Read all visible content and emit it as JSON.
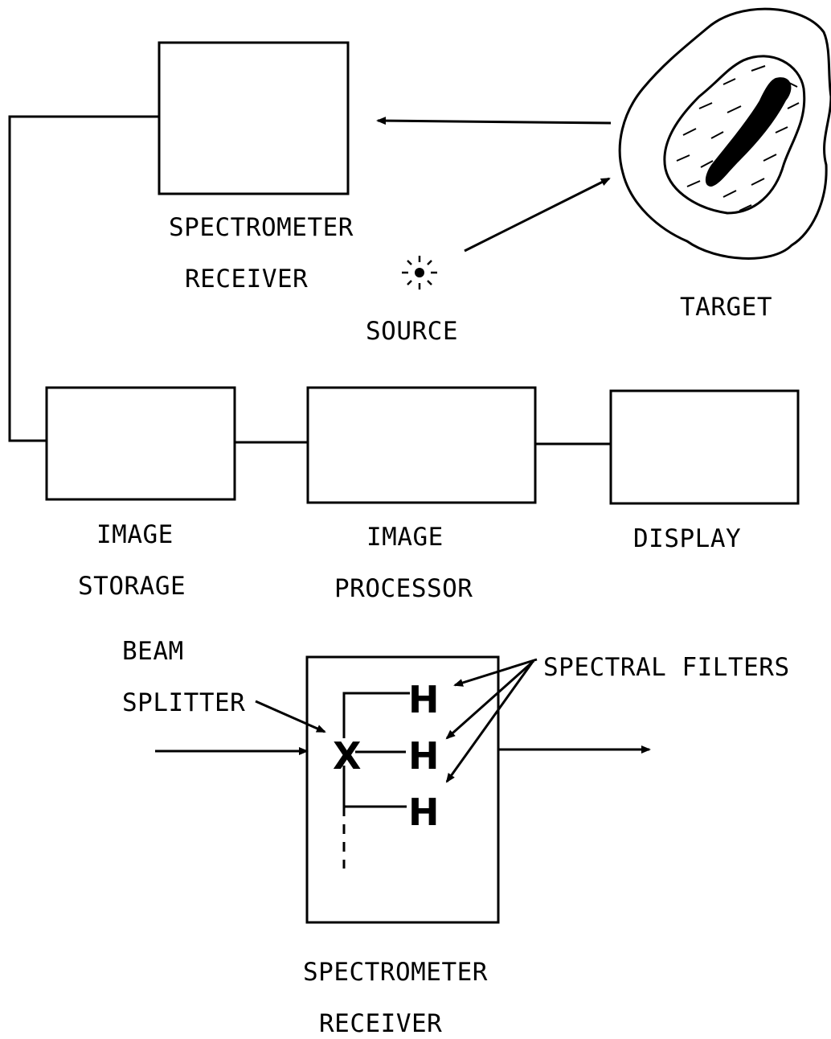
{
  "blocks": {
    "spectrometer_receiver_top": [
      "SPECTROMETER",
      "RECEIVER"
    ],
    "source": "SOURCE",
    "target": "TARGET",
    "image_storage": [
      "IMAGE",
      "STORAGE"
    ],
    "image_processor": [
      "IMAGE",
      "PROCESSOR"
    ],
    "display": "DISPLAY"
  },
  "detail": {
    "beam_splitter": [
      "BEAM",
      "SPLITTER"
    ],
    "beam_splitter_symbol": "X",
    "spectral_filters": "SPECTRAL FILTERS",
    "filter_symbol": "H",
    "spectrometer_receiver_bottom": [
      "SPECTROMETER",
      "RECEIVER"
    ]
  }
}
